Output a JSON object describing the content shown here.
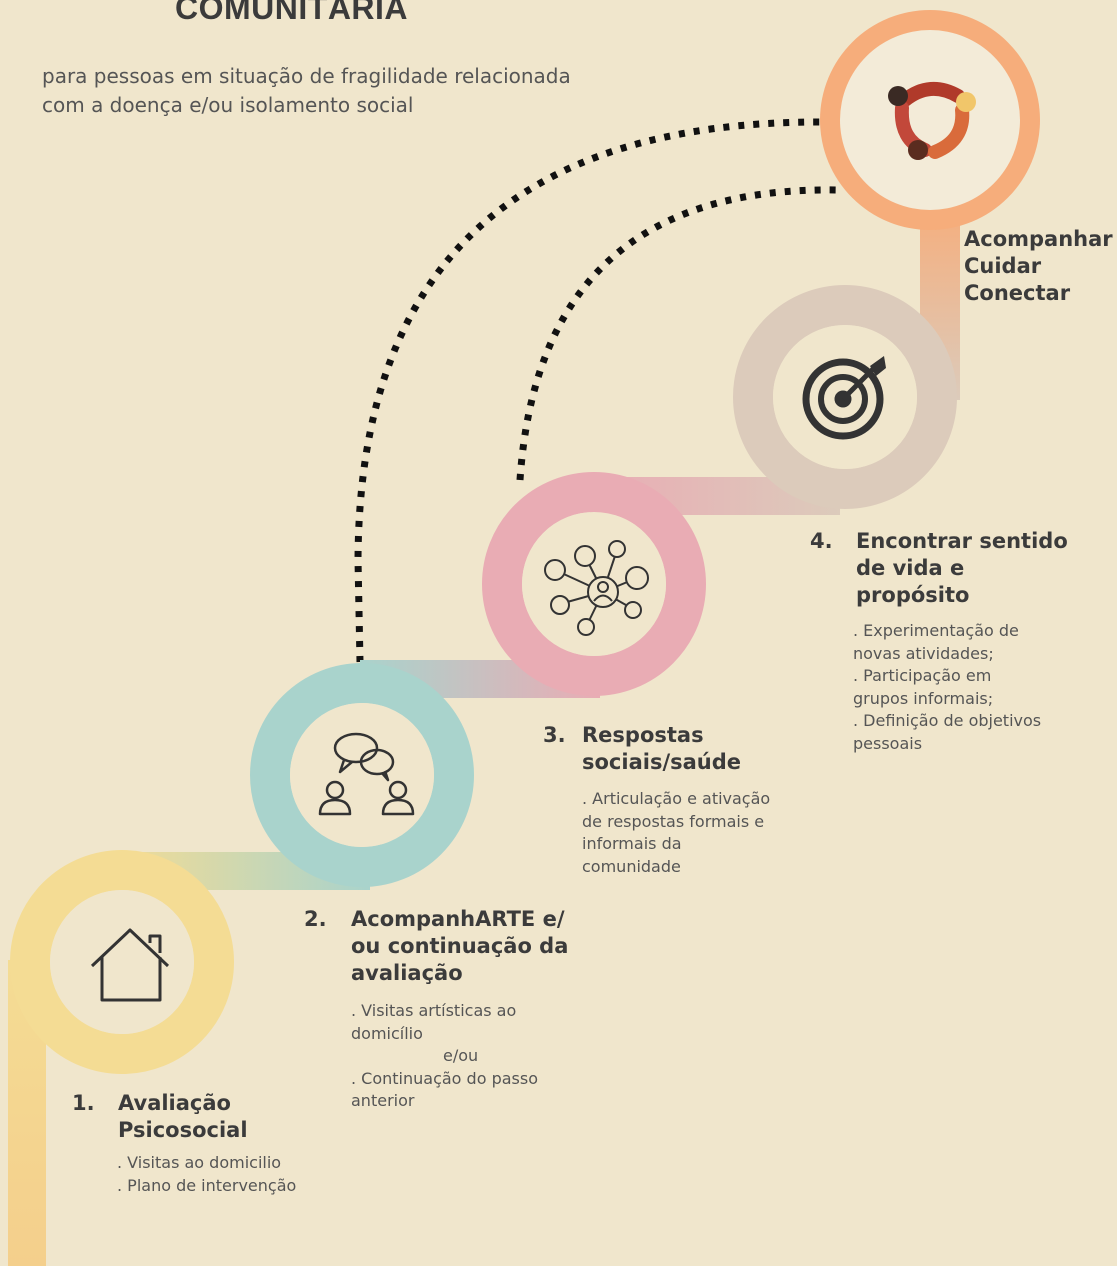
{
  "header": {
    "title": "COMUNITÁRIA",
    "subtitle_lines": [
      "para pessoas em situação de fragilidade relacionada",
      "com a doença e/ou isolamento social"
    ]
  },
  "tagline": [
    "Acompanhar",
    "Cuidar",
    "Conectar"
  ],
  "steps": [
    {
      "number": "1.",
      "title_lines": [
        "Avaliação",
        "Psicosocial"
      ],
      "details": [
        ". Visitas ao domicilio",
        ". Plano de intervenção"
      ],
      "icon": "house-icon",
      "color": "#f4dc94"
    },
    {
      "number": "2.",
      "title_lines": [
        "AcompanhARTE e/",
        "ou continuação da",
        "avaliação"
      ],
      "details": [
        ". Visitas artísticas ao",
        "domicílio",
        "e/ou",
        ". Continuação do passo",
        "anterior"
      ],
      "icon": "conversation-icon",
      "color": "#a9d3cc"
    },
    {
      "number": "3.",
      "title_lines": [
        "Respostas",
        "sociais/saúde"
      ],
      "details": [
        ". Articulação e ativação",
        "de respostas formais e",
        "informais da",
        "comunidade"
      ],
      "icon": "network-icon",
      "color": "#e9acb4"
    },
    {
      "number": "4.",
      "title_lines": [
        "Encontrar sentido",
        "de vida e",
        "propósito"
      ],
      "details": [
        ". Experimentação de",
        "novas atividades;",
        ". Participação em",
        "grupos informais;",
        ". Definição de objetivos",
        "pessoais"
      ],
      "icon": "target-icon",
      "color": "#dccbbb"
    }
  ],
  "top_circle": {
    "icon": "community-logo-icon",
    "color": "#f6ad7b"
  }
}
